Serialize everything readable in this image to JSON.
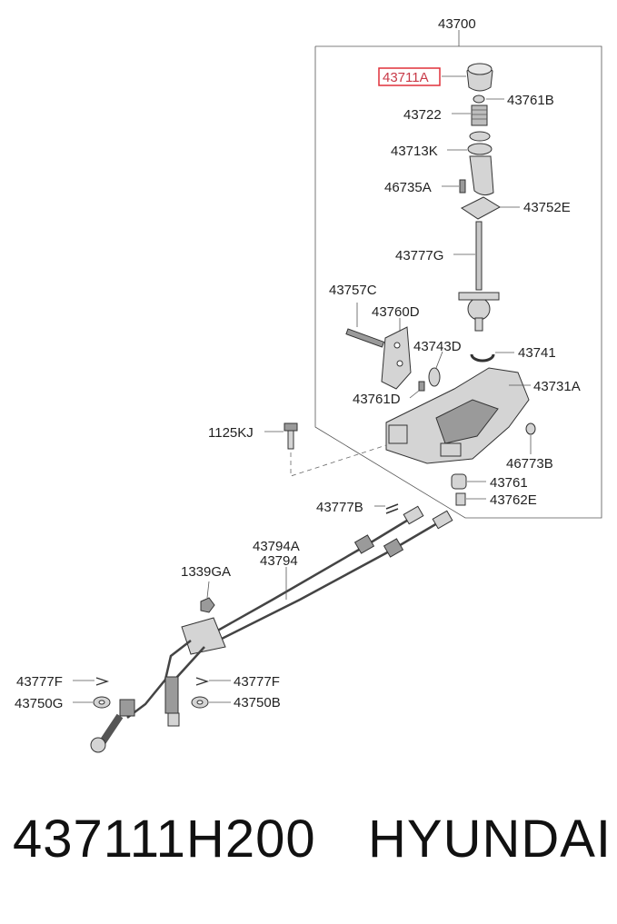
{
  "diagram": {
    "assembly_label": "43700",
    "parts": [
      {
        "id": "43711A",
        "label": "43711A",
        "highlighted": true
      },
      {
        "id": "43761B",
        "label": "43761B"
      },
      {
        "id": "43722",
        "label": "43722"
      },
      {
        "id": "43713K",
        "label": "43713K"
      },
      {
        "id": "46735A",
        "label": "46735A"
      },
      {
        "id": "43752E",
        "label": "43752E"
      },
      {
        "id": "43777G",
        "label": "43777G"
      },
      {
        "id": "43757C",
        "label": "43757C"
      },
      {
        "id": "43760D",
        "label": "43760D"
      },
      {
        "id": "43743D",
        "label": "43743D"
      },
      {
        "id": "43741",
        "label": "43741"
      },
      {
        "id": "43731A",
        "label": "43731A"
      },
      {
        "id": "43761D",
        "label": "43761D"
      },
      {
        "id": "1125KJ",
        "label": "1125KJ"
      },
      {
        "id": "46773B",
        "label": "46773B"
      },
      {
        "id": "43761",
        "label": "43761"
      },
      {
        "id": "43762E",
        "label": "43762E"
      },
      {
        "id": "43777B",
        "label": "43777B"
      },
      {
        "id": "43794A",
        "label": "43794A"
      },
      {
        "id": "43794",
        "label": "43794"
      },
      {
        "id": "1339GA",
        "label": "1339GA"
      },
      {
        "id": "43777F-left",
        "label": "43777F"
      },
      {
        "id": "43777F-right",
        "label": "43777F"
      },
      {
        "id": "43750G",
        "label": "43750G"
      },
      {
        "id": "43750B",
        "label": "43750B"
      }
    ],
    "highlight_color": "#e0303a"
  },
  "footer": {
    "part_number": "437111H200",
    "brand": "HYUNDAI"
  }
}
